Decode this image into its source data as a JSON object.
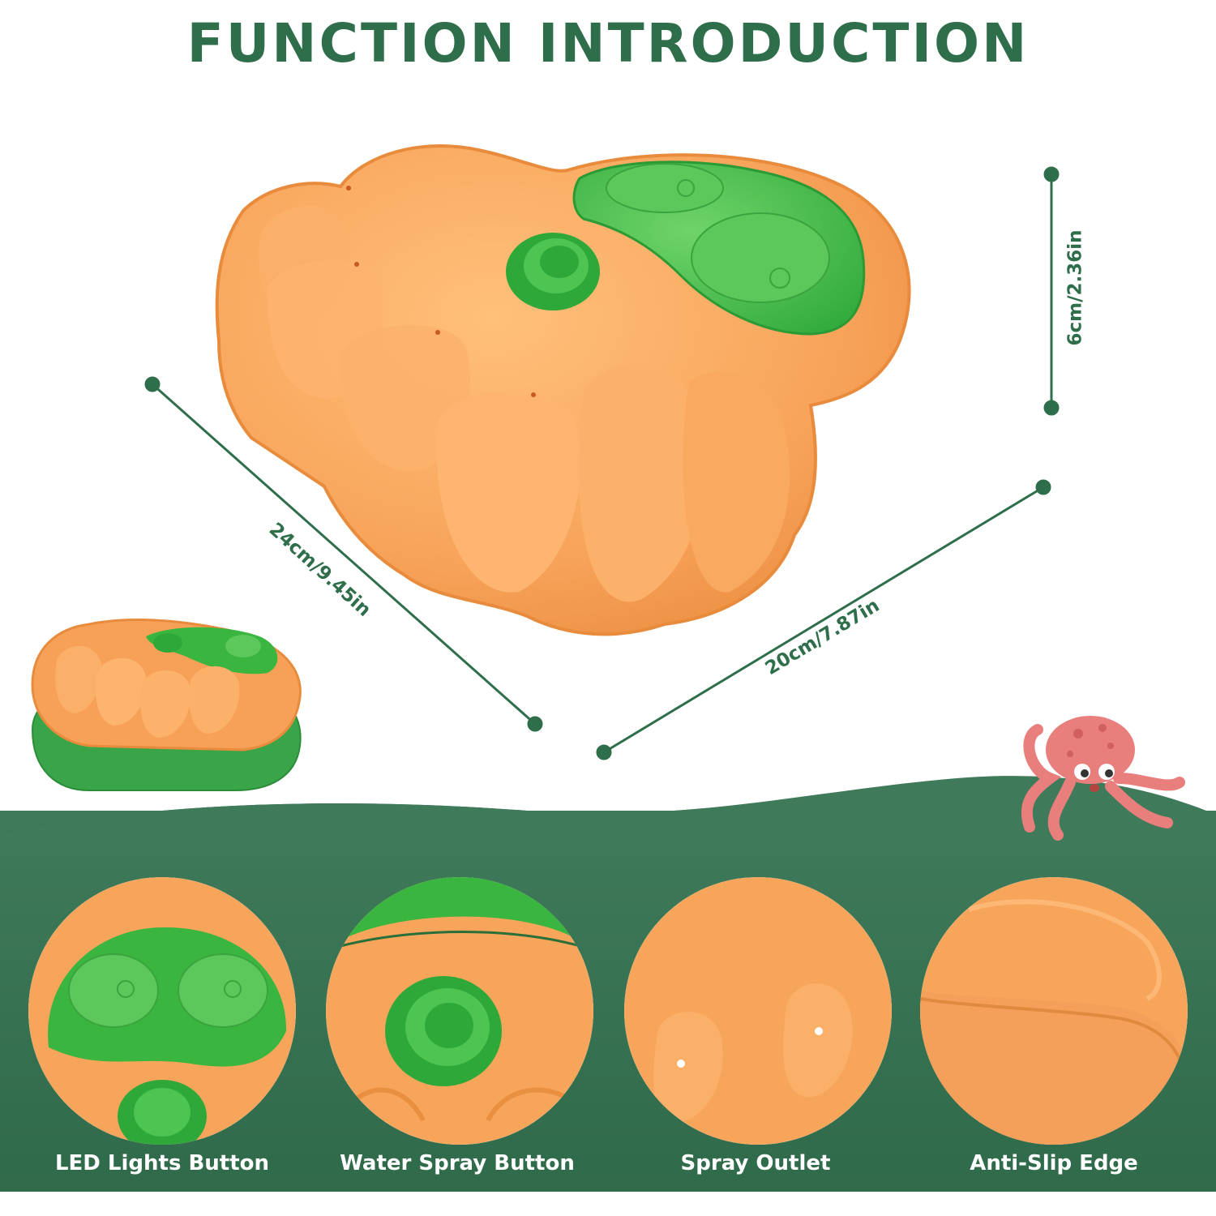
{
  "header": {
    "title": "FUNCTION INTRODUCTION"
  },
  "dimensions": {
    "height_label": "6cm/2.36in",
    "length_label": "24cm/9.45in",
    "width_label": "20cm/7.87in"
  },
  "features": [
    {
      "label": "LED Lights Button"
    },
    {
      "label": "Water Spray Button"
    },
    {
      "label": "Spray Outlet"
    },
    {
      "label": "Anti-Slip Edge"
    }
  ],
  "colors": {
    "brand_green": "#2f6e4b",
    "band_green": "#3f7a5a",
    "toy_orange": "#f6a35a",
    "toy_green": "#3ab53f",
    "octopus_pink": "#e87f7c"
  }
}
